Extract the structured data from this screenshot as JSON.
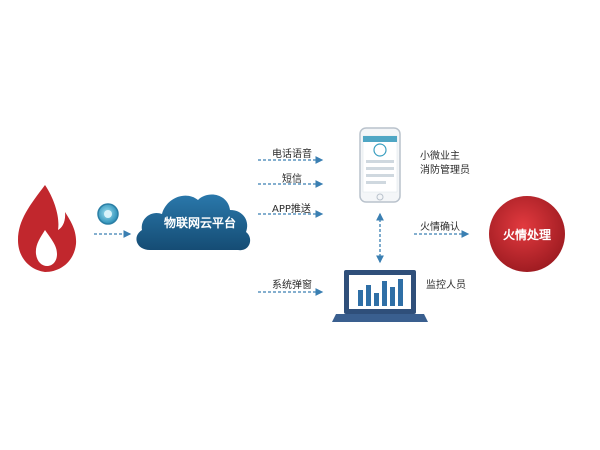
{
  "diagram": {
    "platform_label": "物联网云平台",
    "channels": [
      "电话语音",
      "短信",
      "APP推送",
      "系统弹窗"
    ],
    "recipients": {
      "mobile_line1": "小微业主",
      "mobile_line2": "消防管理员",
      "monitor": "监控人员"
    },
    "confirm_label": "火情确认",
    "outcome_label": "火情处理"
  },
  "colors": {
    "fire": "#c1272d",
    "cloud": "#1e5e8c",
    "arrow": "#3a7fb2",
    "sensor": "#3aa0c8",
    "laptop": "#2f4f7a"
  }
}
